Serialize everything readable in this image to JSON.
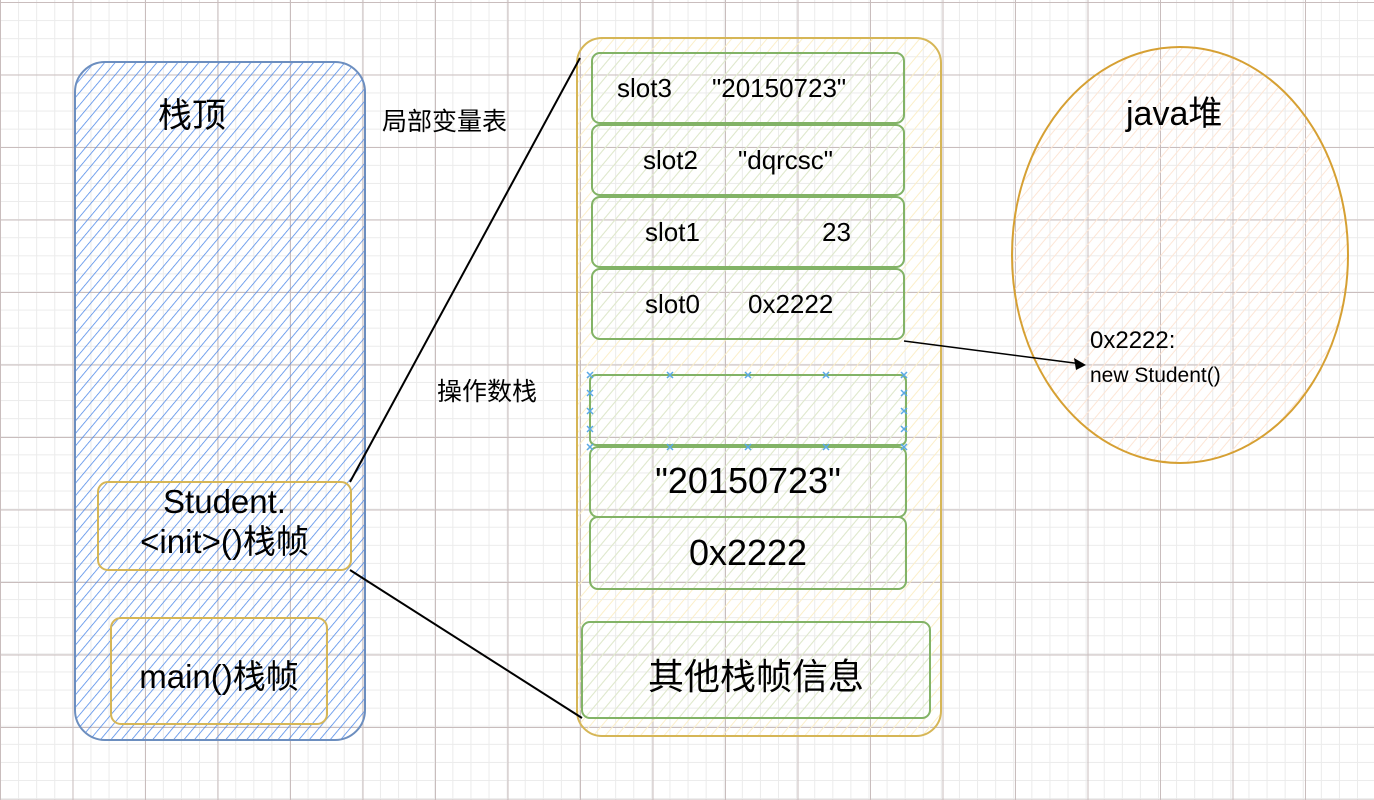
{
  "stack": {
    "title": "栈顶",
    "frames": [
      "Student.\n<init>()栈帧",
      "main()栈帧"
    ],
    "frame_line1": "Student.",
    "frame_line2": "<init>()栈帧",
    "main_frame": "main()栈帧"
  },
  "frame_detail": {
    "local_var_label": "局部变量表",
    "slots": [
      {
        "name": "slot3",
        "value": "\"20150723\""
      },
      {
        "name": "slot2",
        "value": "\"dqrcsc\""
      },
      {
        "name": "slot1",
        "value": "23"
      },
      {
        "name": "slot0",
        "value": "0x2222"
      }
    ],
    "operand_stack_label": "操作数栈",
    "operand_stack": [
      "\"20150723\"",
      "0x2222"
    ],
    "other_info": "其他栈帧信息"
  },
  "heap": {
    "title": "java堆",
    "address": "0x2222:",
    "object": "new Student()"
  },
  "colors": {
    "blue": "#4a86e8",
    "green": "#82b366",
    "yellow": "#d6b656"
  }
}
